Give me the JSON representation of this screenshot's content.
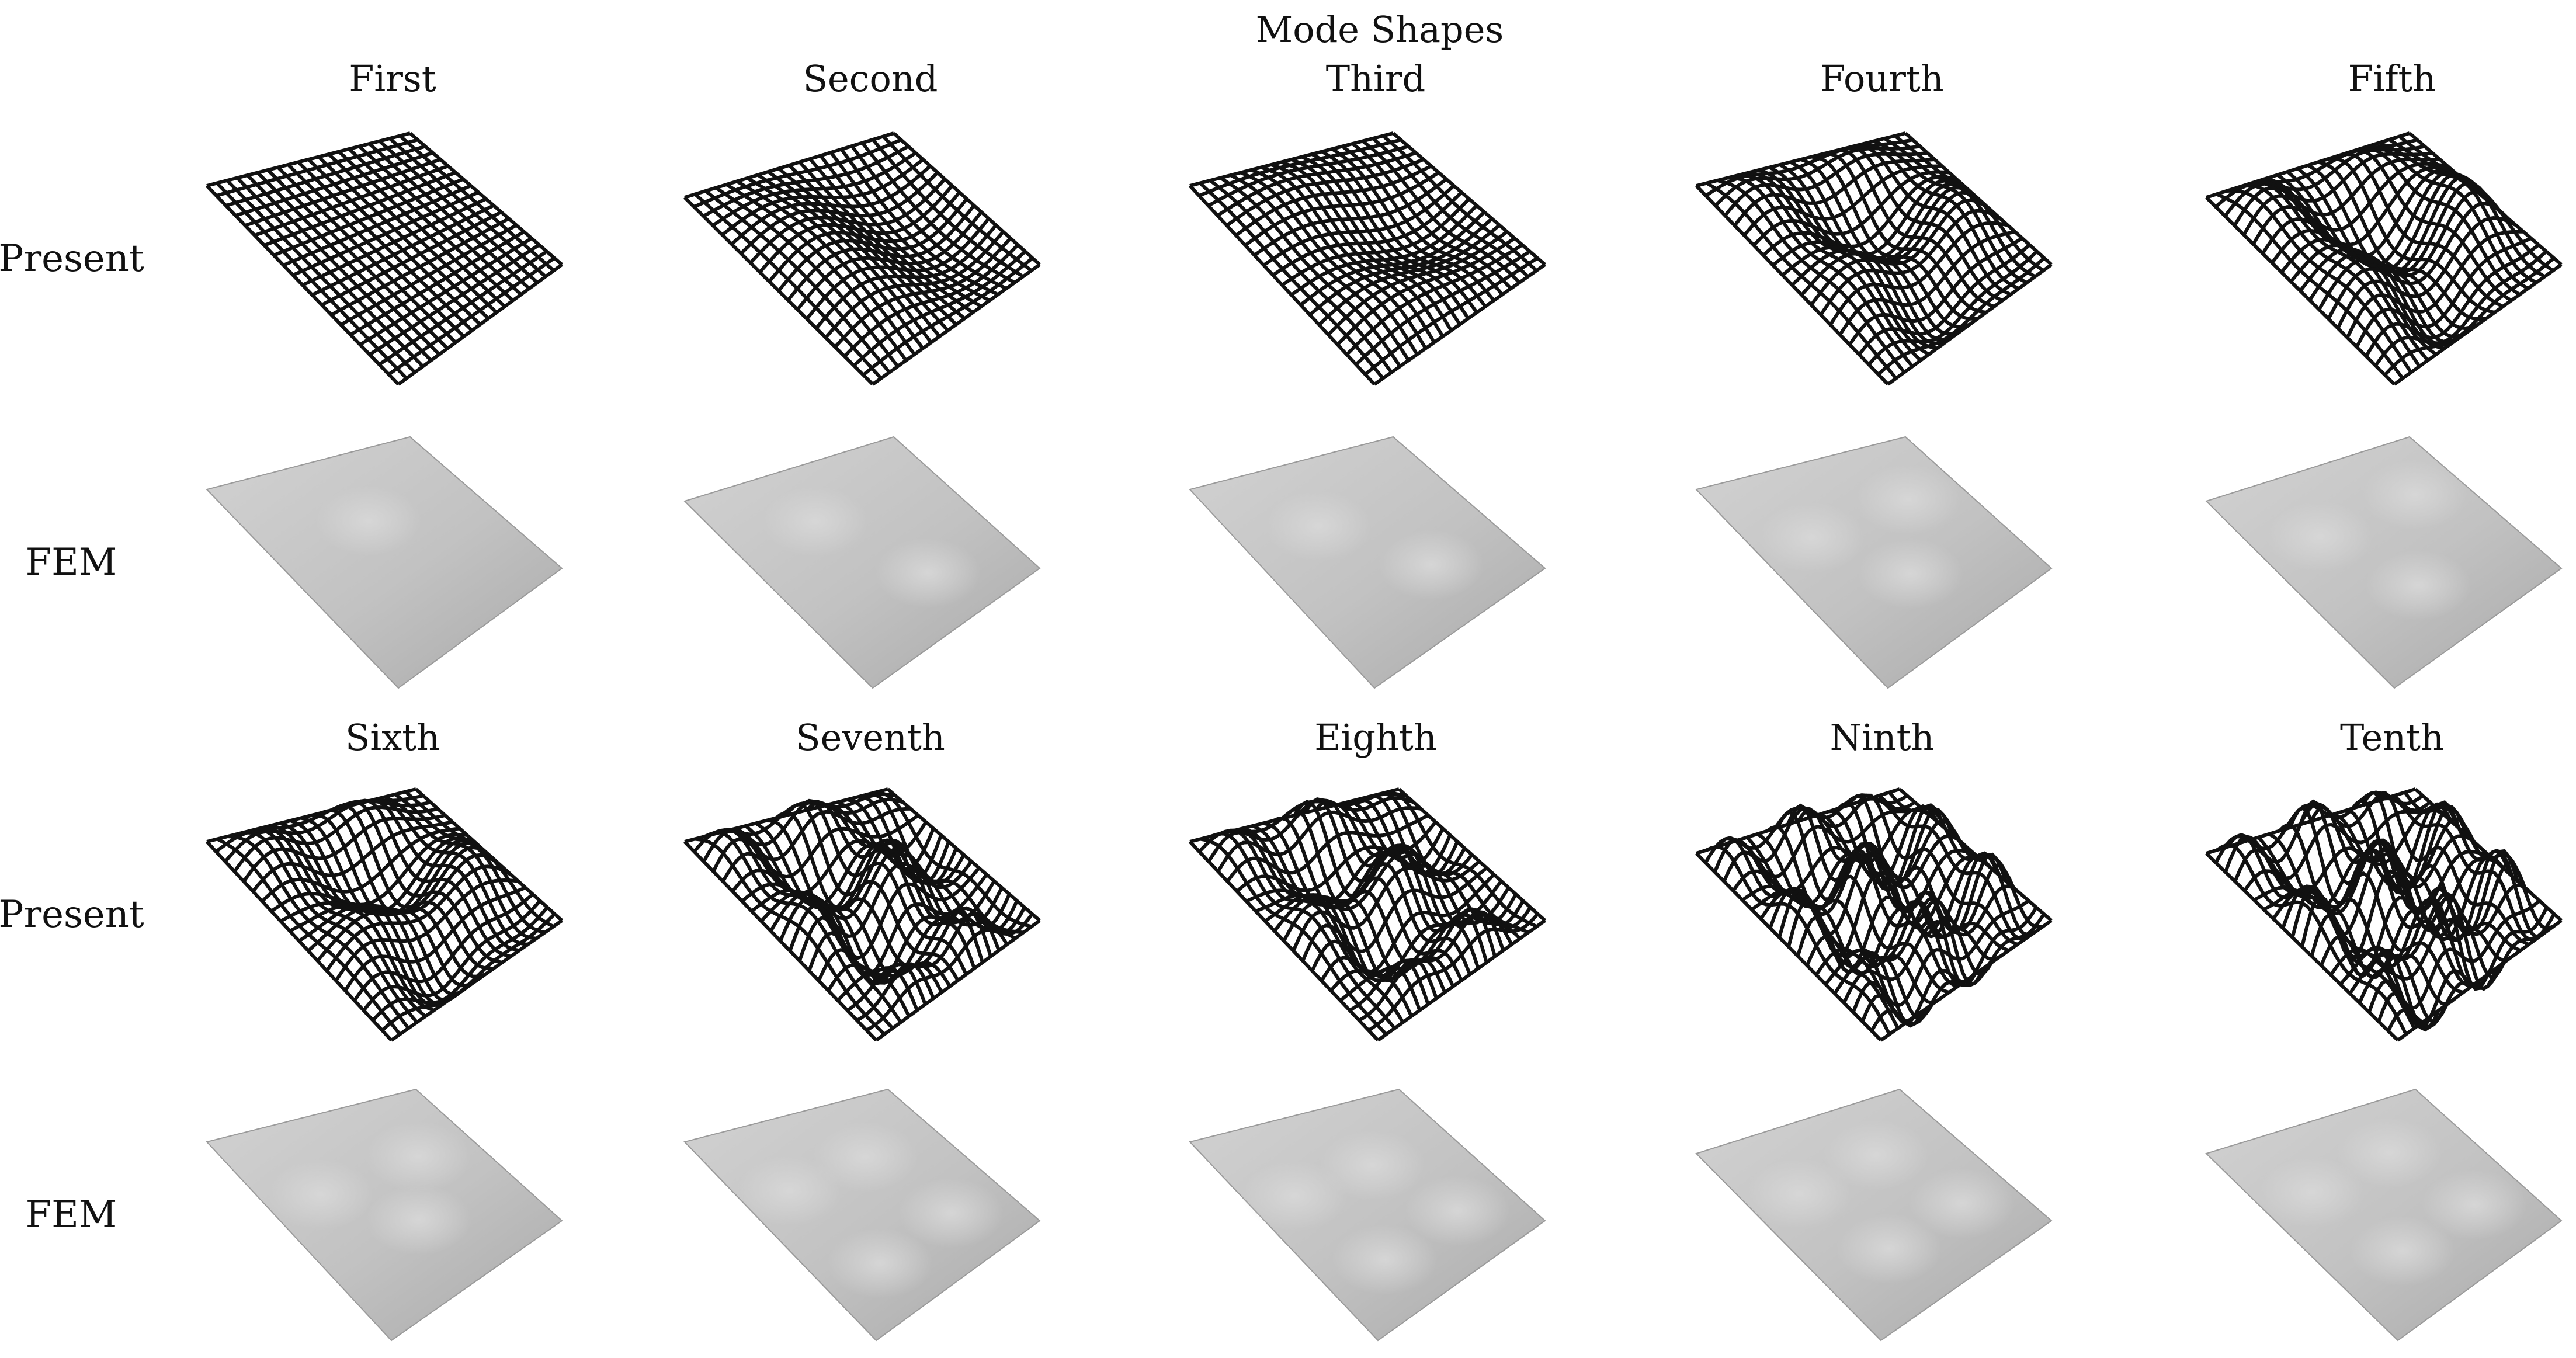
{
  "figure": {
    "title": "Mode Shapes",
    "row_labels": [
      "Present",
      "FEM",
      "Present",
      "FEM"
    ],
    "mode_labels": [
      "First",
      "Second",
      "Third",
      "Fourth",
      "Fifth",
      "Sixth",
      "Seventh",
      "Eighth",
      "Ninth",
      "Tenth"
    ],
    "methods": {
      "present": {
        "label": "Present",
        "style": "wireframe-grid",
        "line_color": "#111111"
      },
      "fem": {
        "label": "FEM",
        "style": "shaded-surface",
        "fill_color": "#bdbdbd"
      }
    }
  }
}
